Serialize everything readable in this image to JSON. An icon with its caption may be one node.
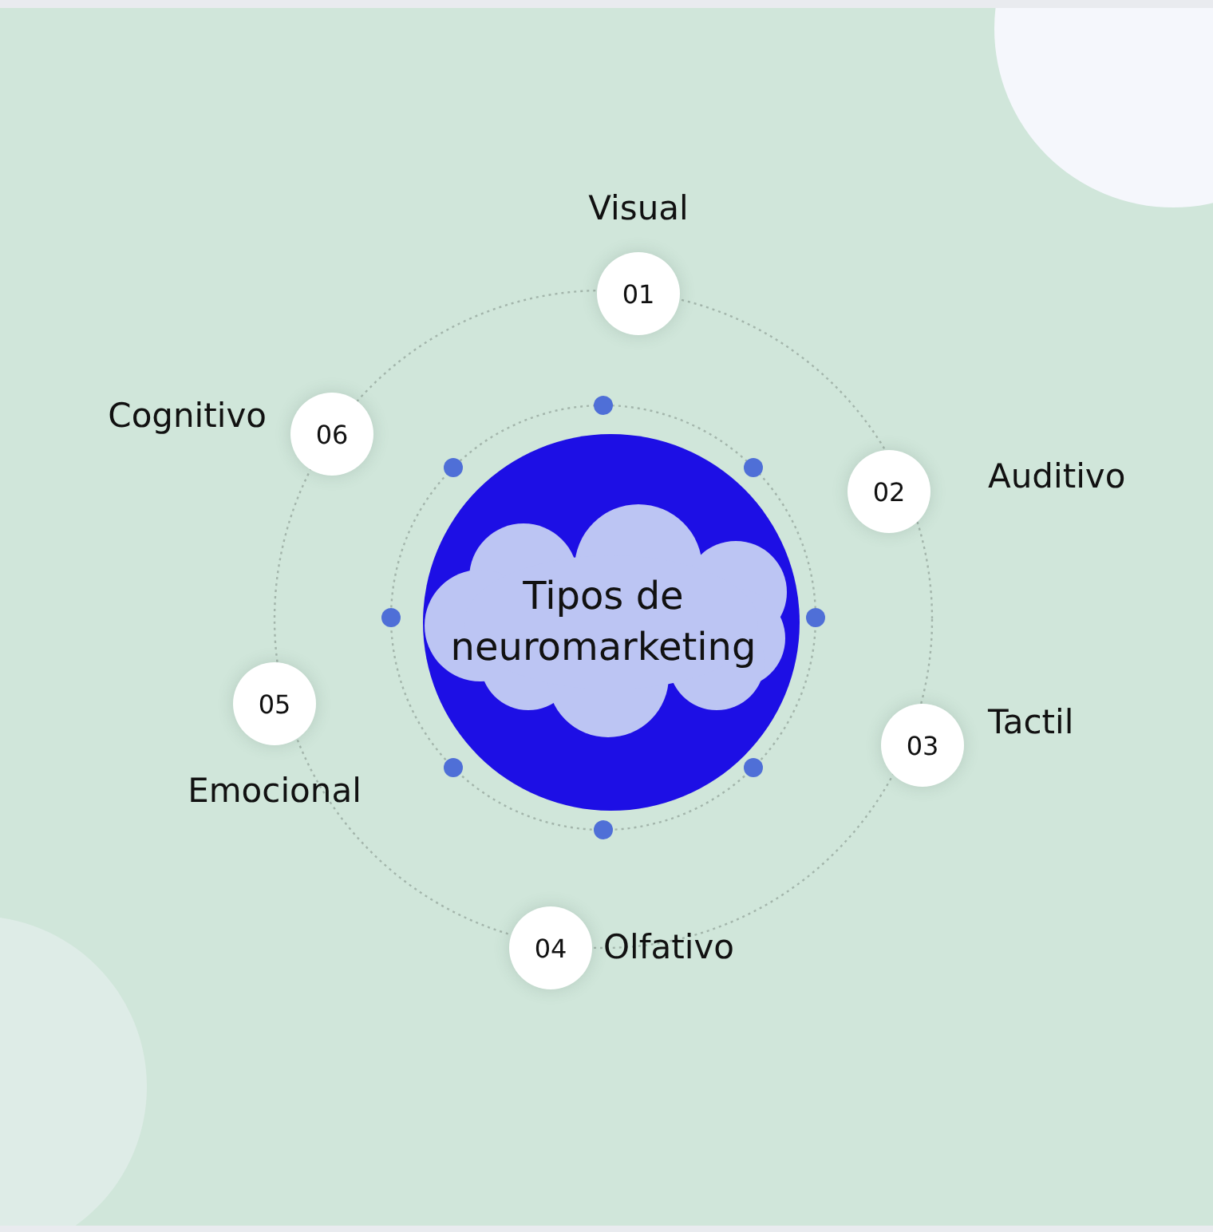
{
  "diagram": {
    "nodes": [
      {
        "text": [
          "Tipos de neuromarketing"
        ]
      },
      {
        "text": [
          "01"
        ],
        "beside": [
          "Visual"
        ]
      },
      {
        "text": [
          "02"
        ],
        "beside": [
          "Auditivo"
        ]
      },
      {
        "text": [
          "03"
        ],
        "beside": [
          "Tactil"
        ]
      },
      {
        "text": [
          "04"
        ],
        "beside": [
          "Olfativo"
        ]
      },
      {
        "text": [
          "05"
        ],
        "beside": [
          "Emocional"
        ]
      },
      {
        "text": [
          "06"
        ],
        "beside": [
          "Cognitivo"
        ]
      }
    ]
  }
}
